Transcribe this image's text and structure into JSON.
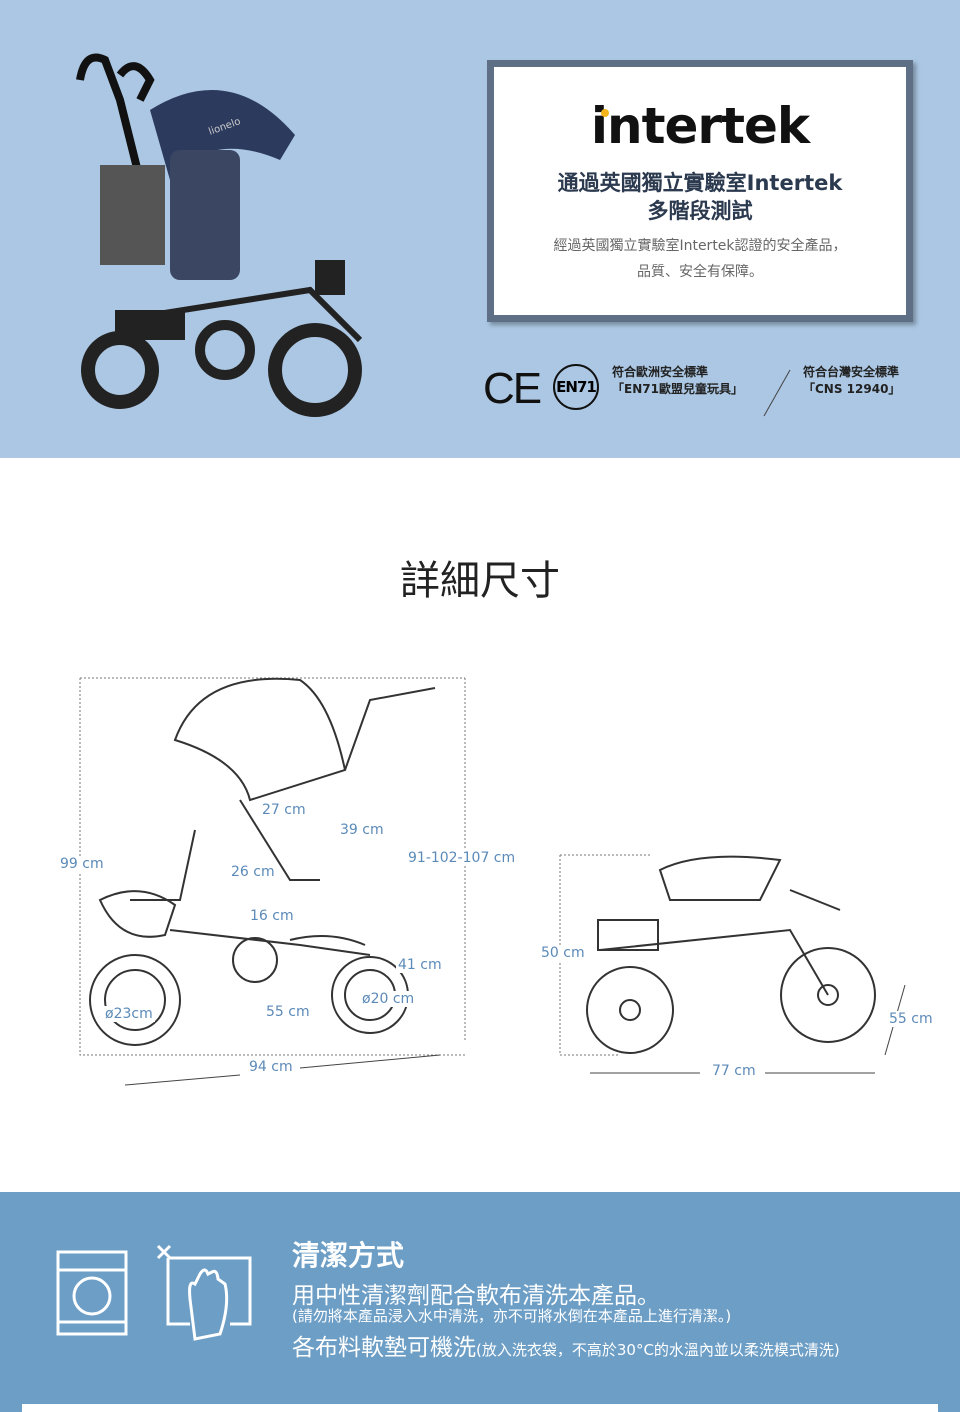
{
  "hero": {
    "brand_on_product": "lionelo"
  },
  "intertek": {
    "logo": "intertek",
    "headline_1": "通過英國獨立實驗室Intertek",
    "headline_2": "多階段測試",
    "desc_1": "經過英國獨立實驗室Intertek認證的安全產品，",
    "desc_2": "品質、安全有保障。"
  },
  "certs": {
    "ce": "CE",
    "en71": "EN71",
    "eu_1": "符合歐洲安全標準",
    "eu_2": "「EN71歐盟兒童玩具」",
    "tw_1": "符合台灣安全標準",
    "tw_2": "「CNS 12940」"
  },
  "dimensions": {
    "title": "詳細尺寸",
    "height_total": "99 cm",
    "seat_width": "27 cm",
    "backrest": "39 cm",
    "handle_height": "91-102-107 cm",
    "seat_depth": "26 cm",
    "footrest": "16 cm",
    "seat_height": "41 cm",
    "front_wheel": "ø23cm",
    "wheelbase": "55 cm",
    "rear_wheel": "ø20 cm",
    "length": "94 cm",
    "folded_height": "50 cm",
    "folded_length": "77 cm",
    "folded_width": "55 cm"
  },
  "cleaning": {
    "title": "清潔方式",
    "line1": "用中性清潔劑配合軟布清洗本產品。",
    "line2": "(請勿將本產品浸入水中清洗，亦不可將水倒在本產品上進行清潔。)",
    "line3_main": "各布料軟墊可機洗",
    "line3_note": "(放入洗衣袋，不高於30°C的水溫內並以柔洗模式清洗)"
  }
}
